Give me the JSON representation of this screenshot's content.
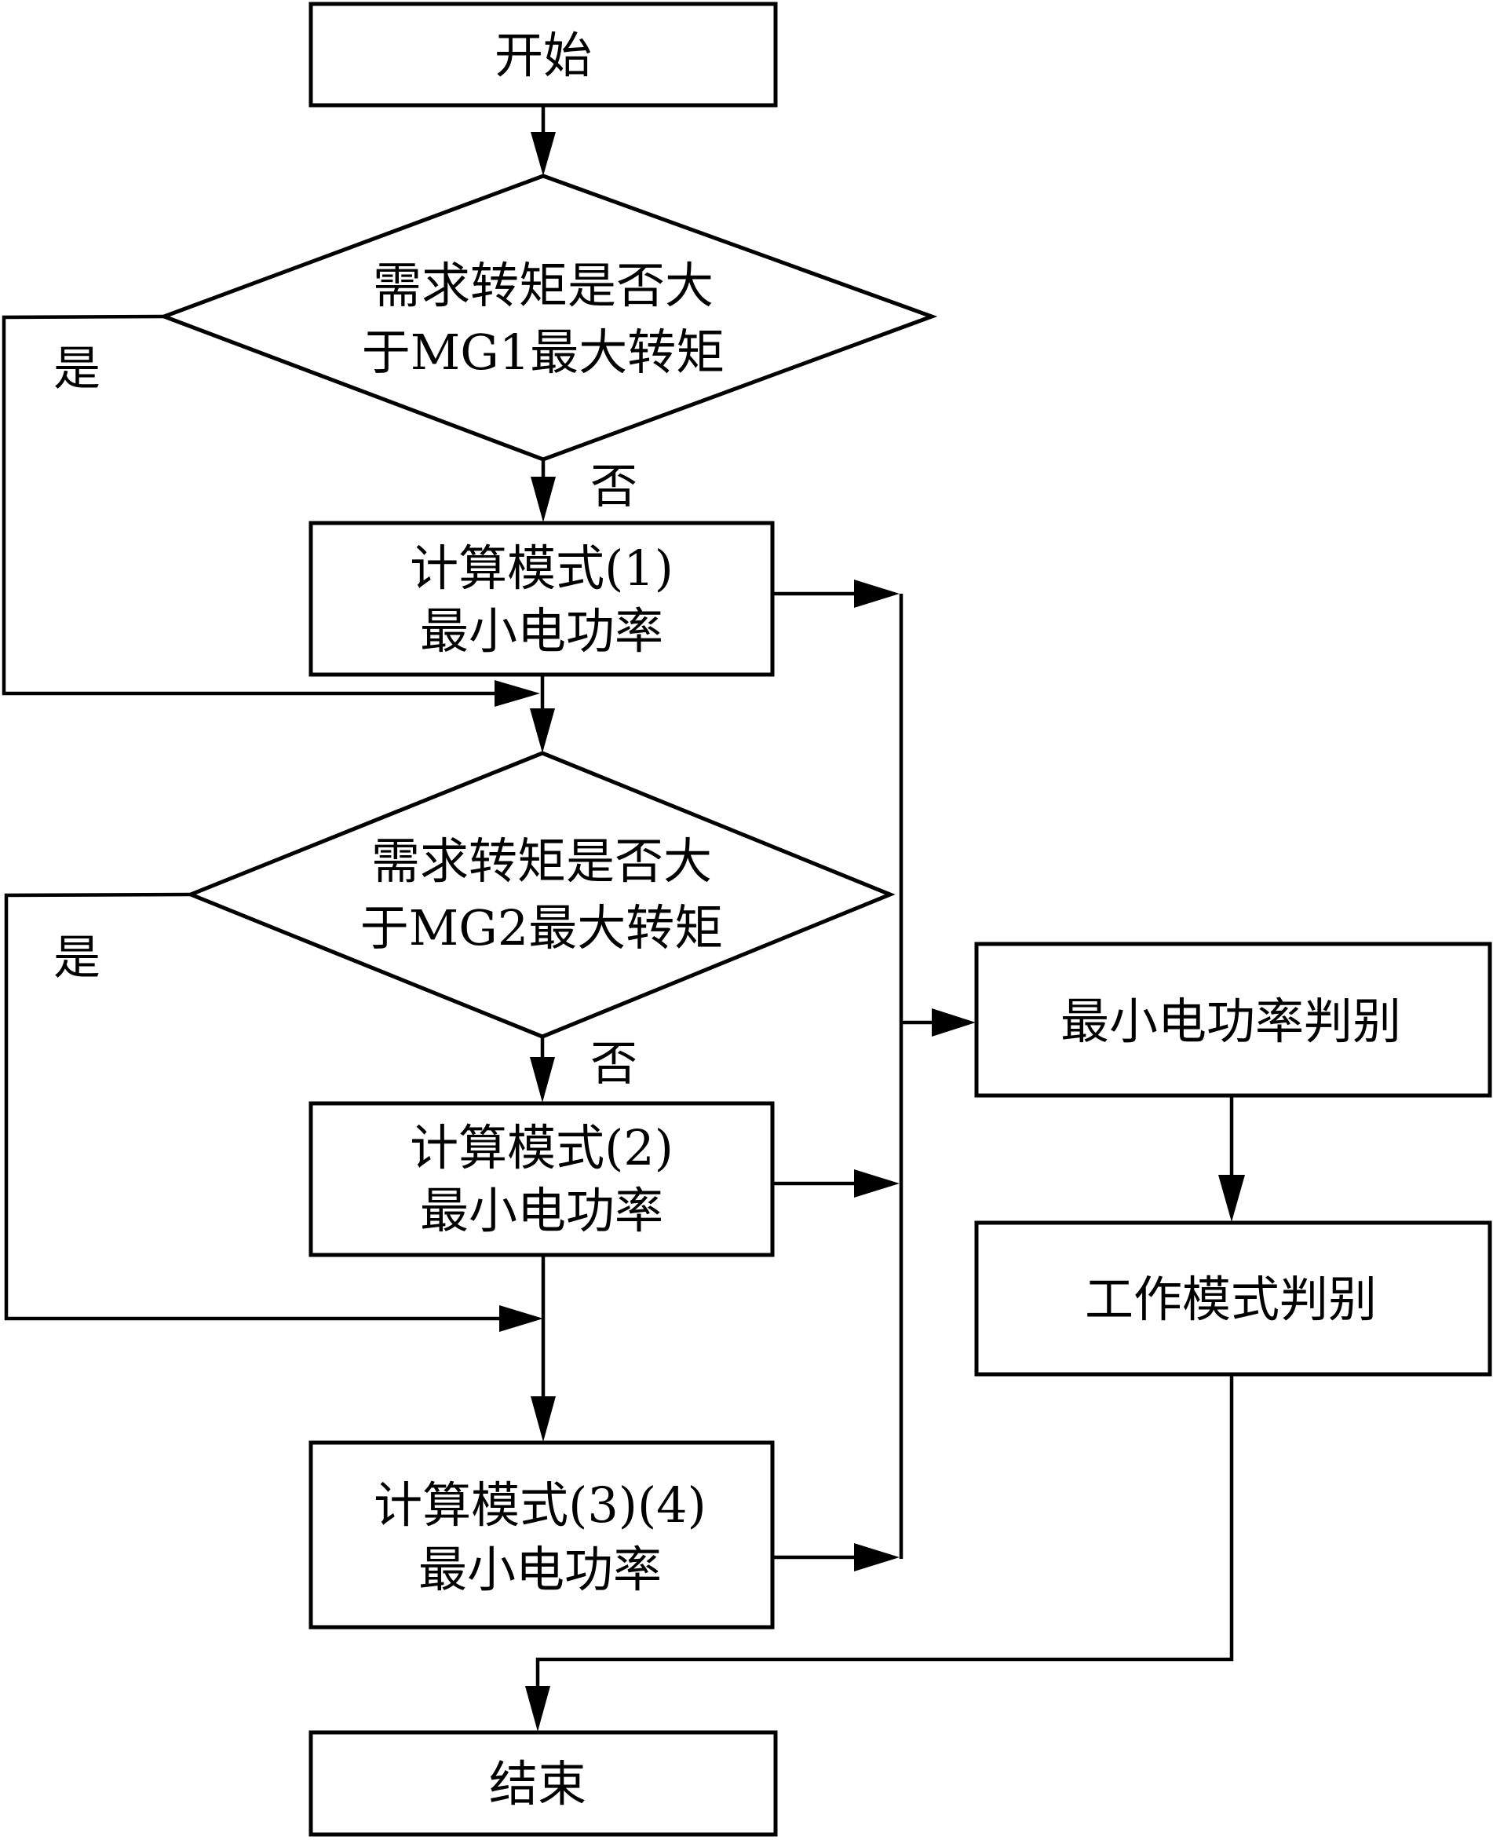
{
  "flowchart": {
    "start": {
      "label": "开始"
    },
    "decision1": {
      "line1": "需求转矩是否大",
      "line2": "于MG1最大转矩",
      "yes_label": "是",
      "no_label": "否"
    },
    "mode1": {
      "line1": "计算模式(1)",
      "line2": "最小电功率"
    },
    "decision2": {
      "line1": "需求转矩是否大",
      "line2": "于MG2最大转矩",
      "yes_label": "是",
      "no_label": "否"
    },
    "mode2": {
      "line1": "计算模式(2)",
      "line2": "最小电功率"
    },
    "mode34": {
      "line1": "计算模式(3)(4)",
      "line2": "最小电功率"
    },
    "min_power_judge": {
      "label": "最小电功率判别"
    },
    "work_mode_judge": {
      "label": "工作模式判别"
    },
    "end": {
      "label": "结束"
    }
  },
  "colors": {
    "stroke": "#000000",
    "background": "#ffffff"
  }
}
